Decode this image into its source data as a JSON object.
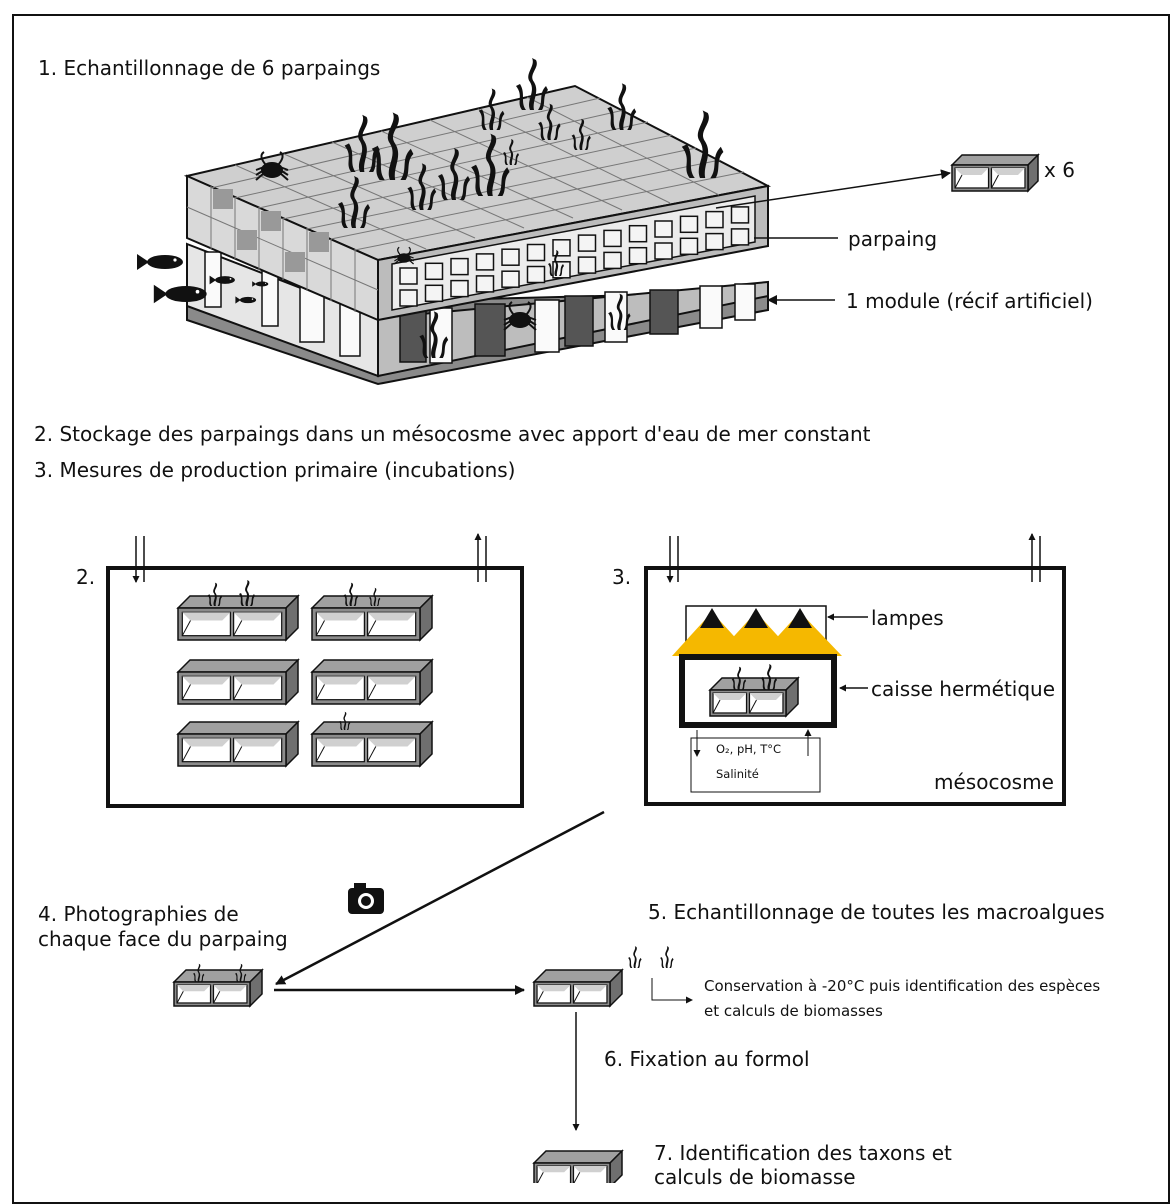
{
  "steps": {
    "s1": "1. Echantillonnage de 6 parpaings",
    "s2": "2. Stockage des parpaings dans un mésocosme avec apport d'eau de mer constant",
    "s3": "3. Mesures de production primaire (incubations)",
    "s4_line1": "4. Photographies de",
    "s4_line2": "chaque face du parpaing",
    "s5": "5. Echantillonnage de toutes les macroalgues",
    "s6": "6. Fixation au formol",
    "s7_line1": "7. Identification des taxons et",
    "s7_line2": "calculs de biomasse"
  },
  "module_labels": {
    "x6": "x 6",
    "parpaing": "parpaing",
    "module": "1 module (récif artificiel)"
  },
  "tank_labels": {
    "tank2": "2.",
    "tank3": "3.",
    "lampes": "lampes",
    "caisse": "caisse hermétique",
    "sensors": "O₂, pH, T°C",
    "salinite": "Salinité",
    "mesocosme": "mésocosme"
  },
  "conservation": {
    "line1": "Conservation à -20°C puis identification des espèces",
    "line2": "et calculs de biomasses"
  },
  "icons": [
    "camera-icon",
    "fish-icon",
    "crab-icon",
    "algae-icon",
    "lamp-icon"
  ],
  "colors": {
    "block_fill": "#8c8c8c",
    "lamp_yellow": "#f5b800",
    "module_top": "#cfcfcf",
    "ink": "#111111"
  }
}
